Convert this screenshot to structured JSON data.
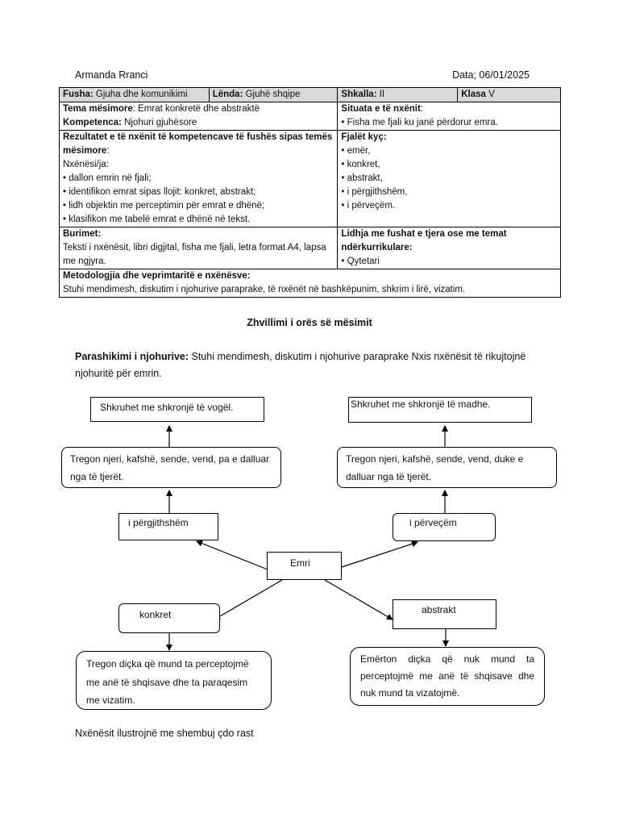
{
  "header": {
    "author": "Armanda Rranci",
    "date": "Data; 06/01/2025"
  },
  "table": {
    "r1": {
      "fusha_label": "Fusha:",
      "fusha_value": "Gjuha dhe komunikimi",
      "lenda_label": "Lënda:",
      "lenda_value": "Gjuhë shqipe",
      "shkalla_label": "Shkalla:",
      "shkalla_value": "II",
      "klasa_label": "Klasa",
      "klasa_value": "V"
    },
    "r2": {
      "tema_label": "Tema mësimore",
      "tema_value": ": Emrat konkretë dhe abstraktë",
      "komp_label": "Kompetenca:",
      "komp_value": "Njohuri gjuhësore",
      "situata_label": "Situata e të nxënit",
      "situata_colon": ":",
      "situata_items": [
        "Fisha me fjali ku janë përdorur emra."
      ]
    },
    "r3": {
      "rez_label": "Rezultatet e të nxënit të kompetencave të fushës sipas temës mësimore",
      "rez_colon": ":",
      "nxenes": "Nxënësi/ja:",
      "rez_items": [
        "dallon emrin në fjali;",
        "identifikon emrat sipas llojit: konkret, abstrakt;",
        "lidh objektin me perceptimin për emrat e dhënë;",
        "klasifikon me tabelë emrat e dhënë në tekst."
      ],
      "fjalet_label": "Fjalët kyç:",
      "fjalet_items": [
        "emër,",
        "konkret,",
        "abstrakt,",
        "i përgjithshëm,",
        "i përveçëm."
      ]
    },
    "r4": {
      "burimet_label": "Burimet:",
      "burimet_value": "Teksti i nxënësit, libri digjital, fisha me fjali, letra format A4, lapsa me ngjyra.",
      "lidhja_label": "Lidhja me fushat e tjera ose me temat ndërkurrikulare:",
      "lidhja_items": [
        "Qytetari"
      ]
    },
    "r5": {
      "metod_label": "Metodologjia dhe veprimtaritë e nxënësve:",
      "metod_value": "Stuhi mendimesh, diskutim i njohurive paraprake, të nxënët në bashkëpunim, shkrim i lirë, vizatim."
    }
  },
  "section_title": "Zhvillimi i orës së mësimit",
  "intro": {
    "label": "Parashikimi i njohurive:",
    "text": " Stuhi mendimesh, diskutim i njohurive paraprake Nxis nxënësit të rikujtojnë njohuritë për emrin."
  },
  "diagram": {
    "center": "Emri",
    "pergjithshem": "i përgjithshëm",
    "perveçem": "i përveçëm",
    "konkret": "konkret",
    "abstrakt": "abstrakt",
    "pergj_desc": "Tregon njeri, kafshë, sende, vend, pa e dalluar nga të tjerët.",
    "perv_desc": "Tregon njeri, kafshë, sende, vend, duke e dalluar nga të tjerët.",
    "pergj_top": "Shkruhet me shkronjë të vogël.",
    "perv_top": "Shkruhet me shkronjë të madhe.",
    "konkret_desc": "Tregon diçka që mund ta perceptojmë me anë të shqisave dhe ta paraqesim me vizatim.",
    "abstrakt_desc": "Emërton diçka që nuk mund ta perceptojmë me anë të shqisave dhe nuk mund ta vizatojmë."
  },
  "footer": "Nxënësit ilustrojnë me shembuj çdo rast"
}
